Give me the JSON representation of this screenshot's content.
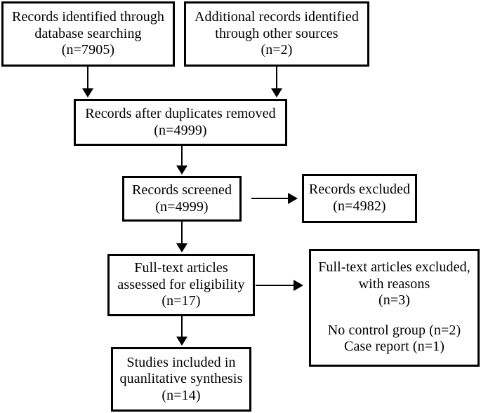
{
  "diagram": {
    "title": "PRISMA study selection flow diagram",
    "type": "flowchart",
    "background_color": "#ffffff",
    "line_color": "#000000"
  },
  "nodes": {
    "database_records": {
      "name": "records-identified-database",
      "lines": [
        "Records identified through",
        "database searching",
        "(n=7905)"
      ],
      "count": 7905
    },
    "other_records": {
      "name": "records-identified-other-sources",
      "lines": [
        "Additional records identified",
        "through other sources",
        "(n=2)"
      ],
      "count": 2
    },
    "after_duplicates": {
      "name": "records-after-duplicates-removed",
      "lines": [
        "Records after duplicates removed",
        "(n=4999)"
      ],
      "count": 4999
    },
    "screened": {
      "name": "records-screened",
      "lines": [
        "Records screened",
        "(n=4999)"
      ],
      "count": 4999
    },
    "records_excluded": {
      "name": "records-excluded",
      "lines": [
        "Records excluded",
        "(n=4982)"
      ],
      "count": 4982
    },
    "full_text_assessed": {
      "name": "full-text-articles-assessed",
      "lines": [
        "Full-text articles",
        "assessed for eligibility",
        "(n=17)"
      ],
      "count": 17
    },
    "full_text_excluded": {
      "name": "full-text-articles-excluded",
      "lines": [
        "Full-text articles excluded,",
        "with reasons",
        "(n=3)"
      ],
      "count": 3,
      "reasons": [
        "No control group (n=2)",
        "Case report (n=1)"
      ]
    },
    "included": {
      "name": "studies-included",
      "lines": [
        "Studies included in",
        "quanlitative synthesis",
        "(n=14)"
      ],
      "count": 14
    }
  }
}
